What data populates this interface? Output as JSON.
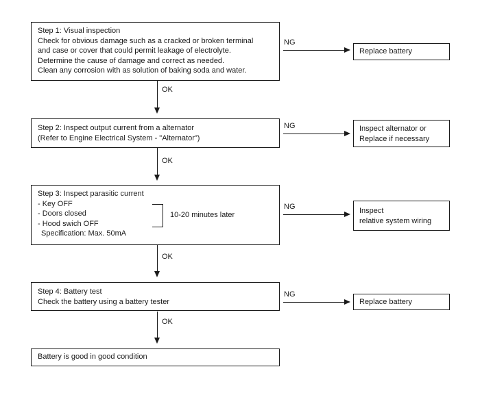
{
  "labels": {
    "ok": "OK",
    "ng": "NG"
  },
  "colors": {
    "line": "#1a1a1a",
    "background": "#ffffff"
  },
  "steps": [
    {
      "lines": [
        "Step 1: Visual inspection",
        "Check for obvious damage such as a cracked or broken terminal",
        "and case or cover that could permit leakage of electrolyte.",
        "Determine the cause of damage and correct as needed.",
        "Clean any corrosion with as solution of baking soda and water."
      ]
    },
    {
      "lines": [
        "Step 2: Inspect output current from a alternator",
        "(Refer to Engine Electrical System - \"Alternator\")"
      ]
    },
    {
      "lines": [
        "Step 3: Inspect parasitic current",
        "- Key OFF",
        "- Doors closed",
        "- Hood swich OFF",
        "Specification: Max. 50mA"
      ],
      "note": "10-20 minutes later"
    },
    {
      "lines": [
        "Step 4: Battery test",
        "Check the battery using a battery tester"
      ]
    },
    {
      "lines": [
        "Battery is good in good condition"
      ]
    }
  ],
  "results": [
    {
      "lines": [
        "Replace battery"
      ]
    },
    {
      "lines": [
        "Inspect alternator or",
        "Replace if necessary"
      ]
    },
    {
      "lines": [
        "Inspect",
        "relative system wiring"
      ]
    },
    {
      "lines": [
        "Replace battery"
      ]
    }
  ]
}
